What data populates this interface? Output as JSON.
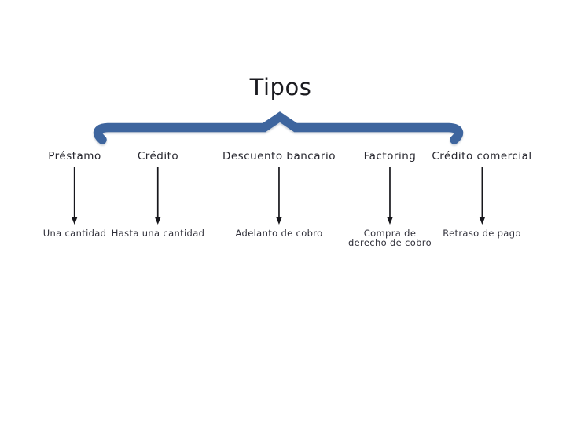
{
  "title": "Tipos",
  "brace_color": "#3E659E",
  "arrow_color": "#17171c",
  "columns": [
    {
      "title": "Préstamo",
      "desc": "Una cantidad"
    },
    {
      "title": "Crédito",
      "desc": "Hasta una cantidad"
    },
    {
      "title": "Descuento bancario",
      "desc": "Adelanto de cobro"
    },
    {
      "title": "Factoring",
      "desc": "Compra de\nderecho de cobro"
    },
    {
      "title": "Crédito comercial",
      "desc": "Retraso de pago"
    }
  ]
}
